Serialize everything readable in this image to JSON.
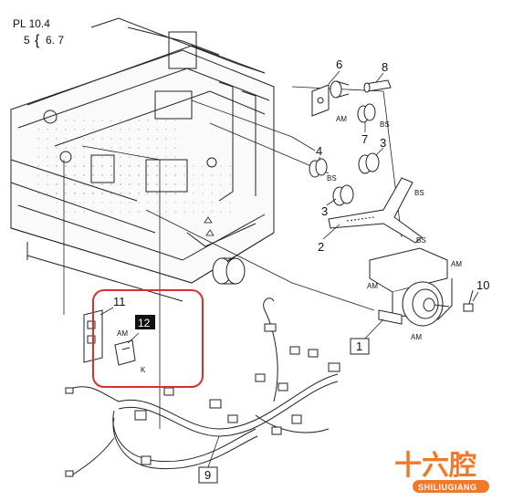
{
  "header": {
    "plate_ref": "PL 10.4",
    "sub_ref_prefix": "5",
    "sub_ref_suffix": "6. 7"
  },
  "callouts": {
    "n1": "1",
    "n2": "2",
    "n3a": "3",
    "n3b": "3",
    "n4": "4",
    "n6": "6",
    "n7": "7",
    "n8": "8",
    "n9": "9",
    "n10": "10",
    "n11": "11",
    "n12": "12"
  },
  "tags": {
    "am": "AM",
    "bs": "BS",
    "k": "K"
  },
  "watermark": {
    "cn_text": "十六腔",
    "en_text": "SHILIUGIANG"
  },
  "colors": {
    "line": "#222222",
    "highlight": "#d9302c",
    "watermark": "#f07a2a"
  }
}
